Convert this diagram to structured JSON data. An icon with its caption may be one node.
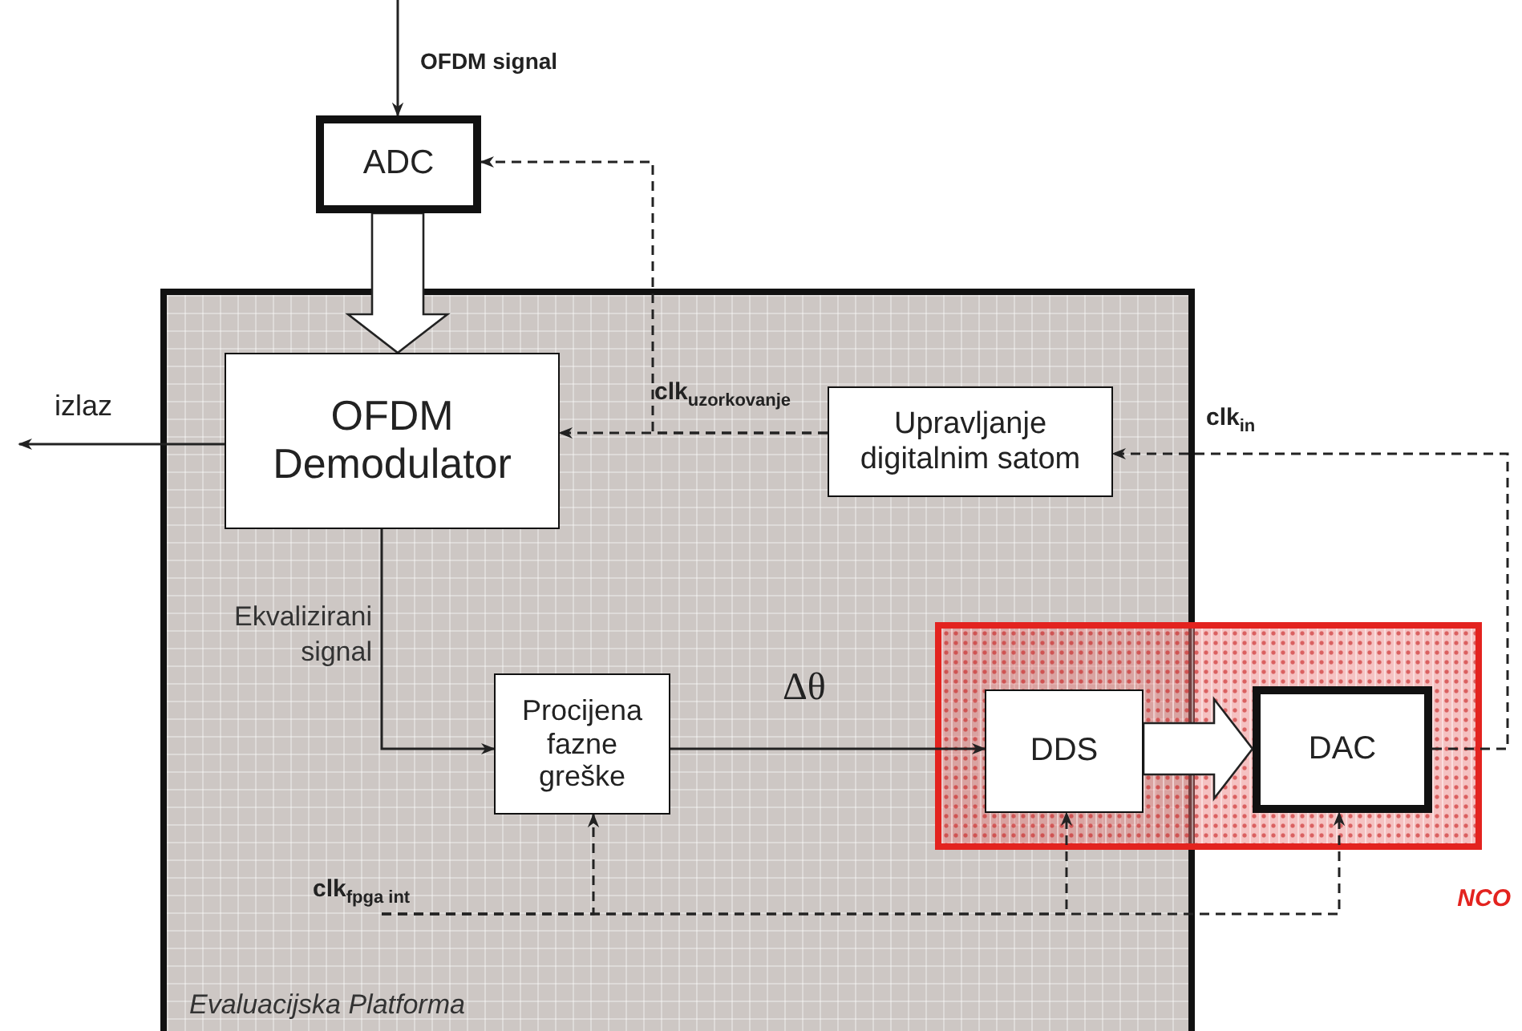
{
  "diagram": {
    "nodes": [
      {
        "text": [
          "Evaluacijska Platforma"
        ]
      },
      {
        "text": [
          "ADC"
        ]
      },
      {
        "text": [
          "OFDM Demodulator"
        ],
        "in": 0
      },
      {
        "text": [
          "Upravljanje digitalnim satom"
        ],
        "in": 0
      },
      {
        "text": [
          "Procijena fazne greške"
        ],
        "in": 0
      },
      {
        "text": [
          "NCO"
        ]
      },
      {
        "text": [
          "DDS"
        ]
      },
      {
        "text": [
          "DAC"
        ],
        "in": 5
      }
    ],
    "edges": [
      {
        "from": null,
        "to": 1,
        "arrow": "to",
        "label": "OFDM signal"
      },
      {
        "from": 1,
        "to": 2,
        "arrow": "to",
        "style": "thick"
      },
      {
        "from": 2,
        "to": null,
        "arrow": "to",
        "label": "izlaz"
      },
      {
        "from": 3,
        "to": 2,
        "arrow": "to",
        "style": "dashed",
        "label": "clk$_{uzorkovanje}$"
      },
      {
        "from": 3,
        "to": 1,
        "arrow": "to",
        "style": "dashed"
      },
      {
        "from": 7,
        "to": 3,
        "arrow": "to",
        "style": "dashed",
        "label": "clk$_{in}$"
      },
      {
        "from": 2,
        "to": 4,
        "arrow": "to",
        "label": "Ekvalizirani signal"
      },
      {
        "from": 4,
        "to": 6,
        "arrow": "to",
        "label": "Δθ"
      },
      {
        "from": 6,
        "to": 7,
        "arrow": "to",
        "style": "thick"
      },
      {
        "from": null,
        "to": 4,
        "arrow": "to",
        "style": "dashed",
        "label": "clk$_{fpga int}$"
      },
      {
        "from": null,
        "to": 6,
        "arrow": "to",
        "style": "dashed"
      },
      {
        "from": null,
        "to": 7,
        "arrow": "to",
        "style": "dashed"
      }
    ]
  }
}
